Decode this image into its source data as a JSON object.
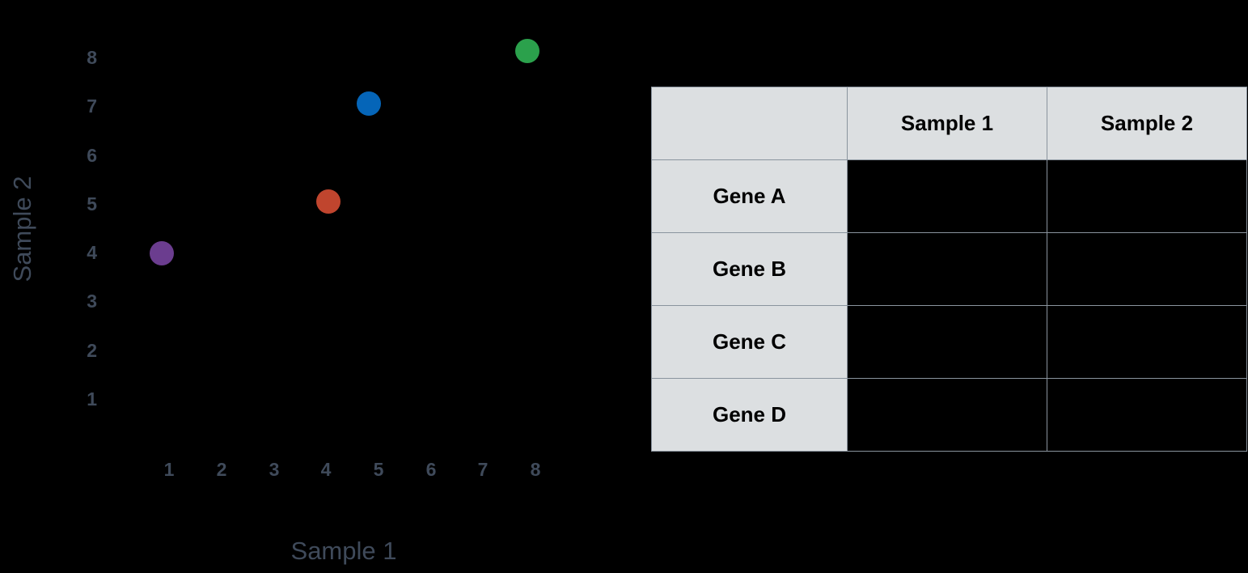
{
  "chart_data": {
    "type": "scatter",
    "title": "",
    "xlabel": "Sample 1",
    "ylabel": "Sample 2",
    "xlim": [
      0,
      9
    ],
    "ylim": [
      0,
      9
    ],
    "xticks": [
      "1",
      "2",
      "3",
      "4",
      "5",
      "6",
      "7",
      "8"
    ],
    "yticks": [
      "8",
      "7",
      "6",
      "5",
      "4",
      "3",
      "2",
      "1"
    ],
    "grid": false,
    "legend": "none",
    "points": [
      {
        "name": "Gene A",
        "x": 1,
        "y": 4,
        "color": "#6b3d8f"
      },
      {
        "name": "Gene B",
        "x": 4,
        "y": 5,
        "color": "#c0452e"
      },
      {
        "name": "Gene C",
        "x": 5,
        "y": 7,
        "color": "#0565b8"
      },
      {
        "name": "Gene D",
        "x": 8,
        "y": 8,
        "color": "#2ba14c"
      }
    ]
  },
  "plot": {
    "x_axis_title": "Sample 1",
    "y_axis_title": "Sample 2",
    "tick_color": "#3f4a5a",
    "x_tick_labels": [
      "1",
      "2",
      "3",
      "4",
      "5",
      "6",
      "7",
      "8"
    ],
    "y_tick_labels": [
      "8",
      "7",
      "6",
      "5",
      "4",
      "3",
      "2",
      "1"
    ]
  },
  "table": {
    "corner_label": "",
    "columns": [
      "Sample 1",
      "Sample 2"
    ],
    "rows": [
      {
        "label": "Gene A",
        "cells": [
          "",
          ""
        ]
      },
      {
        "label": "Gene B",
        "cells": [
          "",
          ""
        ]
      },
      {
        "label": "Gene C",
        "cells": [
          "",
          ""
        ]
      },
      {
        "label": "Gene D",
        "cells": [
          "",
          ""
        ]
      }
    ],
    "header_bg": "#dcdfe1",
    "cell_bg": "#000000",
    "border_color": "#8a949e",
    "text_color": "#000000"
  }
}
